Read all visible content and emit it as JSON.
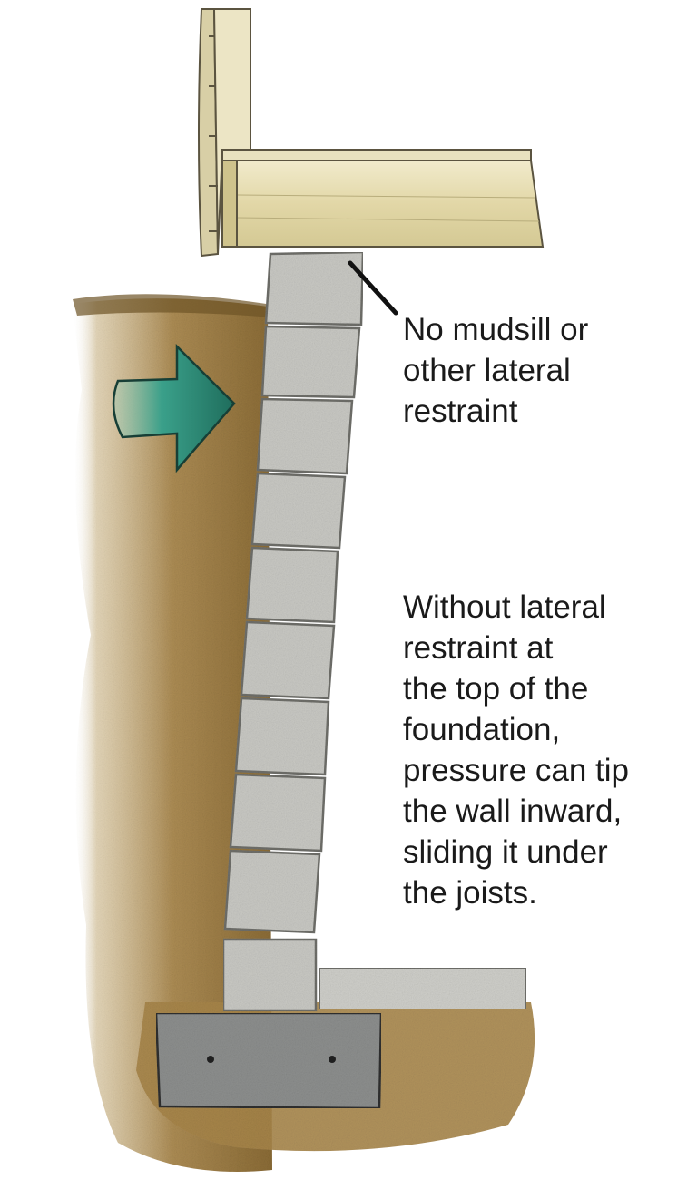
{
  "callouts": {
    "no_restraint": {
      "lines": [
        "No mudsill or",
        "other lateral",
        "restraint"
      ]
    },
    "explanation": {
      "lines": [
        "Without lateral",
        "restraint at",
        "the top of the",
        "foundation,",
        "pressure can tip",
        "the wall inward,",
        "sliding it under",
        "the joists."
      ]
    }
  },
  "colors": {
    "soil": "#a8864a",
    "soil_dark": "#7e6330",
    "block": "#c9c9c4",
    "block_edge": "#6f6f6a",
    "footing": "#8d8f8e",
    "wood": "#e7dfb8",
    "wood_edge": "#5b5440",
    "arrow": "#2f8f7d",
    "slab": "#cfcfca"
  },
  "icons": {
    "pressure_arrow": "arrow-right-icon"
  }
}
